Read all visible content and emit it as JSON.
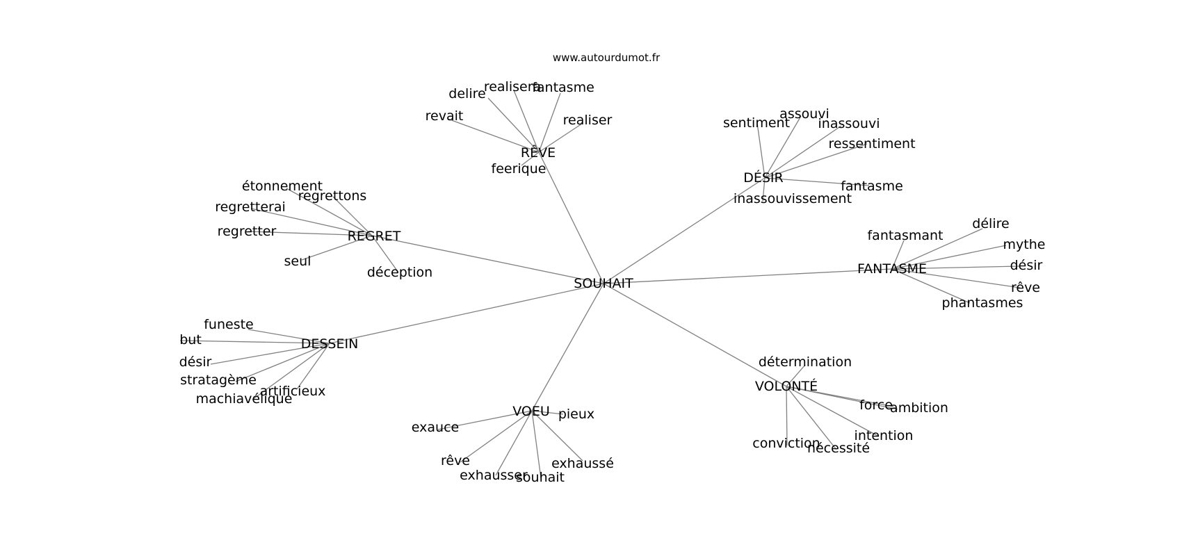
{
  "watermark": "www.autourdumot.fr",
  "colors": {
    "edge": "#808080",
    "text": "#000000",
    "background": "#ffffff"
  },
  "graph": {
    "center": "SOUHAIT",
    "groups": [
      {
        "hub": "RÊVE",
        "words": [
          "delire",
          "realisera",
          "fantasme",
          "revait",
          "realiser",
          "feerique"
        ]
      },
      {
        "hub": "DÉSIR",
        "words": [
          "sentiment",
          "assouvi",
          "inassouvi",
          "ressentiment",
          "fantasme",
          "inassouvissement"
        ]
      },
      {
        "hub": "REGRET",
        "words": [
          "étonnement",
          "regrettons",
          "regretterai",
          "regretter",
          "seul",
          "déception"
        ]
      },
      {
        "hub": "FANTASME",
        "words": [
          "fantasmant",
          "délire",
          "mythe",
          "désir",
          "rêve",
          "phantasmes"
        ]
      },
      {
        "hub": "DESSEIN",
        "words": [
          "funeste",
          "but",
          "désir",
          "stratagème",
          "artificieux",
          "machiavélique"
        ]
      },
      {
        "hub": "VOLONTÉ",
        "words": [
          "détermination",
          "force",
          "ambition",
          "intention",
          "conviction",
          "nécessité"
        ]
      },
      {
        "hub": "VOEU",
        "words": [
          "pieux",
          "exauce",
          "rêve",
          "exhausser",
          "souhait",
          "exhaussé"
        ]
      }
    ]
  }
}
